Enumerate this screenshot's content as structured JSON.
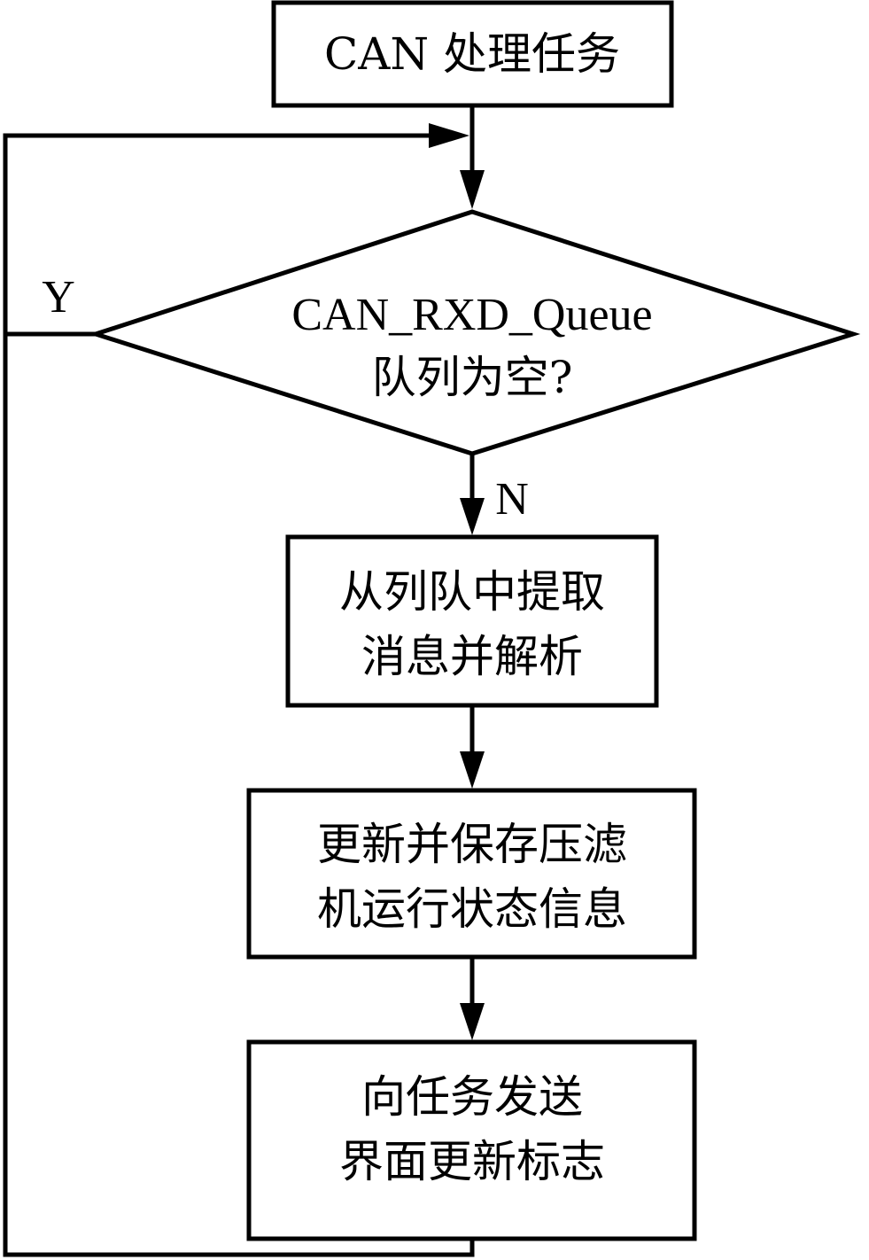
{
  "flowchart": {
    "start": {
      "label": "CAN 处理任务"
    },
    "decision": {
      "line1": "CAN_RXD_Queue",
      "line2": "队列为空?"
    },
    "branch_yes": "Y",
    "branch_no": "N",
    "step1": {
      "line1": "从列队中提取",
      "line2": "消息并解析"
    },
    "step2": {
      "line1": "更新并保存压滤",
      "line2": "机运行状态信息"
    },
    "step3": {
      "line1": "向任务发送",
      "line2": "界面更新标志"
    }
  }
}
